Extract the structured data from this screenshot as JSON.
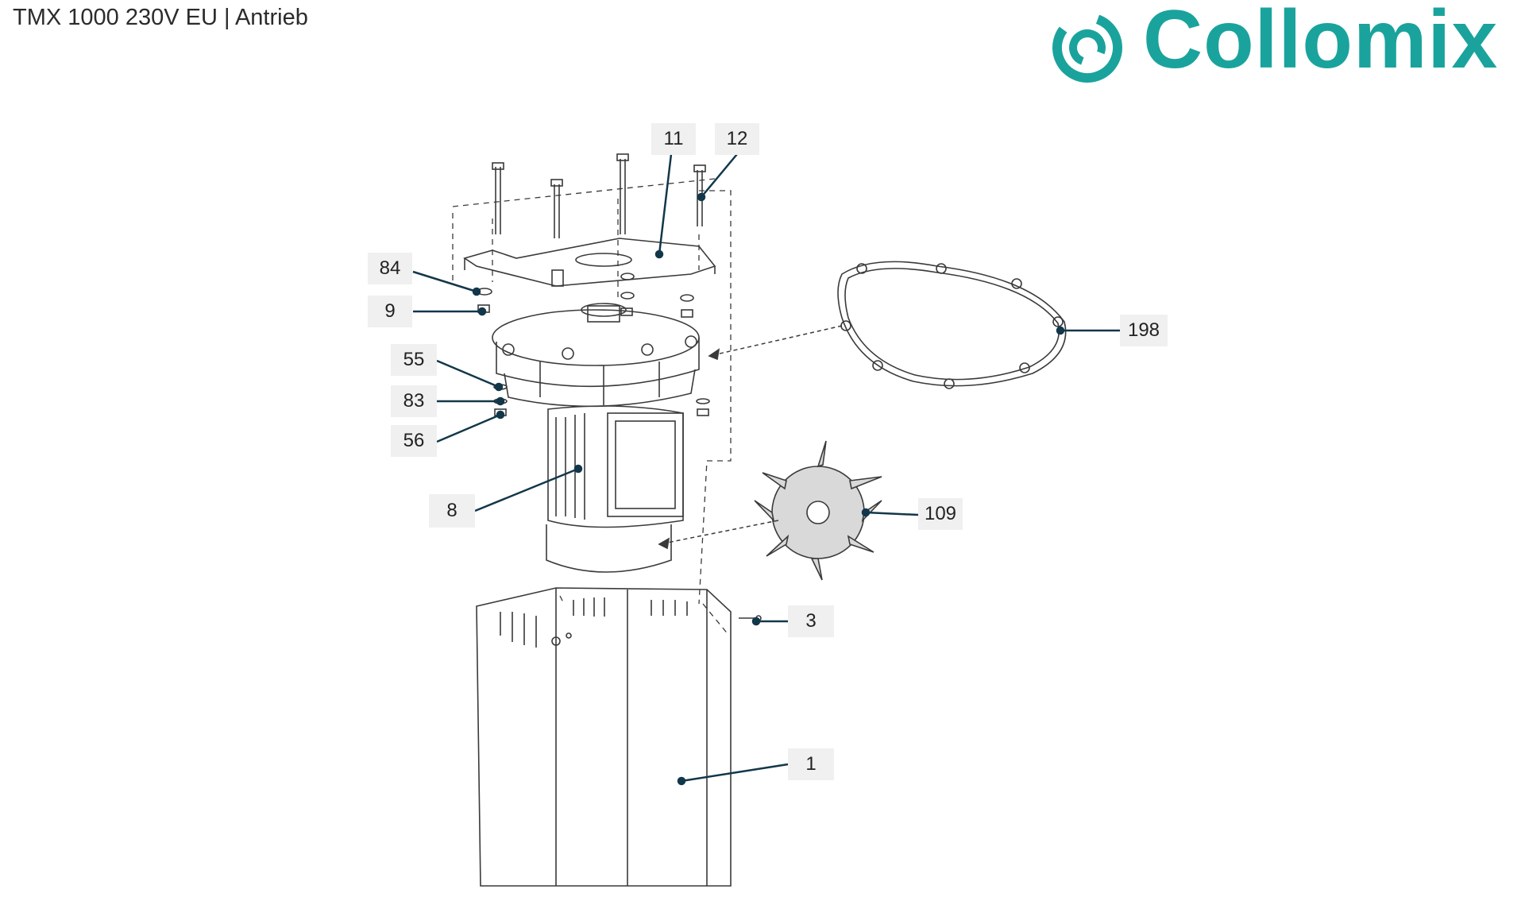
{
  "header": {
    "title": "TMX 1000 230V EU | Antrieb",
    "logo_text": "Collomix",
    "logo_icon": "collomix-swirl-icon"
  },
  "colors": {
    "brand": "#1aa39d",
    "leader": "#12374a",
    "drawing_line": "#3a3a3a",
    "callout_bg": "#f0f0f0"
  },
  "callouts": [
    {
      "id": "11",
      "label": "11"
    },
    {
      "id": "12",
      "label": "12"
    },
    {
      "id": "84",
      "label": "84"
    },
    {
      "id": "9",
      "label": "9"
    },
    {
      "id": "198",
      "label": "198"
    },
    {
      "id": "55",
      "label": "55"
    },
    {
      "id": "83",
      "label": "83"
    },
    {
      "id": "56",
      "label": "56"
    },
    {
      "id": "8",
      "label": "8"
    },
    {
      "id": "109",
      "label": "109"
    },
    {
      "id": "3",
      "label": "3"
    },
    {
      "id": "1",
      "label": "1"
    }
  ]
}
